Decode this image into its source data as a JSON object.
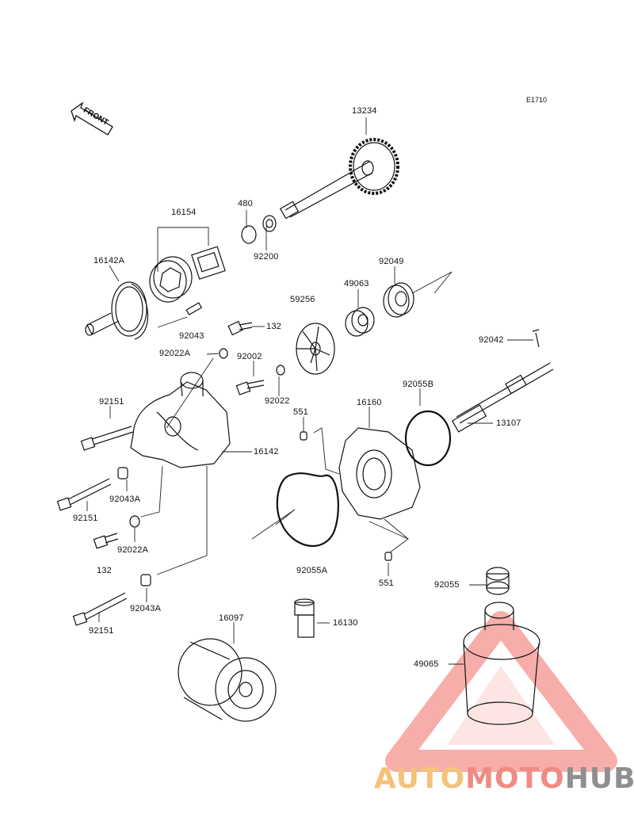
{
  "diagram_code": "E1710",
  "front_label": "FRONT",
  "watermark": {
    "part1": "AUTO",
    "part2": "MOTO",
    "part3": "HUB"
  },
  "labels": {
    "p13234": "13234",
    "p480": "480",
    "p92200": "92200",
    "p16154": "16154",
    "p16142A": "16142A",
    "p92049": "92049",
    "p49063": "49063",
    "p59256": "59256",
    "p92043": "92043",
    "p132a": "132",
    "p92022A_top": "92022A",
    "p92002": "92002",
    "p92022": "92022",
    "p92042": "92042",
    "p92151_a": "92151",
    "p92055B": "92055B",
    "p551_top": "551",
    "p16160": "16160",
    "p13107": "13107",
    "p16142": "16142",
    "p92043A_a": "92043A",
    "p92151_b": "92151",
    "p92022A_bot": "92022A",
    "p132b": "132",
    "p92055A": "92055A",
    "p551_bot": "551",
    "p92055": "92055",
    "p92043A_b": "92043A",
    "p16097": "16097",
    "p16130": "16130",
    "p92151_c": "92151",
    "p49065": "49065"
  }
}
